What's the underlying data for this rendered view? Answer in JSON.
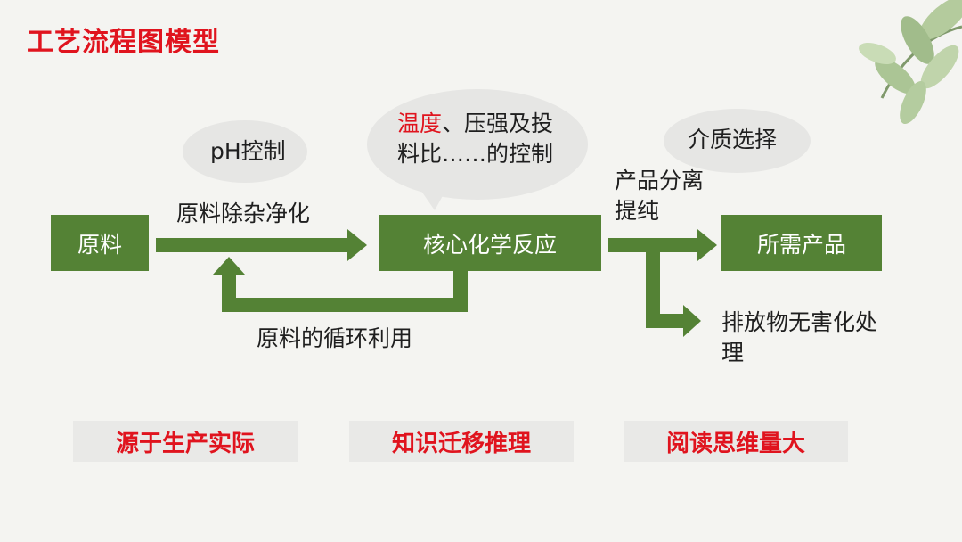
{
  "title": "工艺流程图模型",
  "nodes": {
    "raw_material": "原料",
    "core_reaction": "核心化学反应",
    "product": "所需产品"
  },
  "edges": {
    "purify": "原料除杂净化",
    "recycle": "原料的循环利用",
    "separate": "产品分离提纯",
    "waste": "排放物无害化处理"
  },
  "bubbles": {
    "ph": "pH控制",
    "conditions_highlight": "温度",
    "conditions_rest": "、压强及投料比……的控制",
    "medium": "介质选择"
  },
  "tags": [
    "源于生产实际",
    "知识迁移推理",
    "阅读思维量大"
  ],
  "colors": {
    "arrow_green": "#548235",
    "title_red": "#e0141e",
    "bubble_gray": "#e6e6e4"
  }
}
